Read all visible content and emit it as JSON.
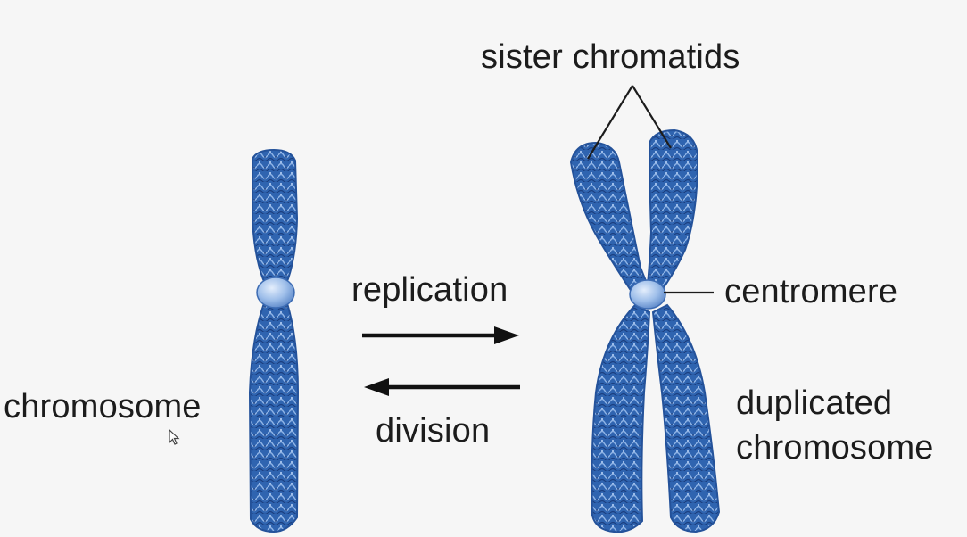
{
  "labels": {
    "sister_chromatids": "sister chromatids",
    "replication": "replication",
    "centromere": "centromere",
    "chromosome": "chromosome",
    "division": "division",
    "duplicated_line1": "duplicated",
    "duplicated_line2": "chromosome"
  },
  "colors": {
    "background": "#f6f6f6",
    "chromosome_blue": "#2f64b0",
    "chromosome_dark": "#1b3f80",
    "chromosome_light": "#8fb4e6",
    "centromere_fill": "#9fbfea",
    "arrow": "#111111",
    "text": "#1c1c1c"
  },
  "icons": {
    "cursor": "mouse-pointer-icon"
  }
}
